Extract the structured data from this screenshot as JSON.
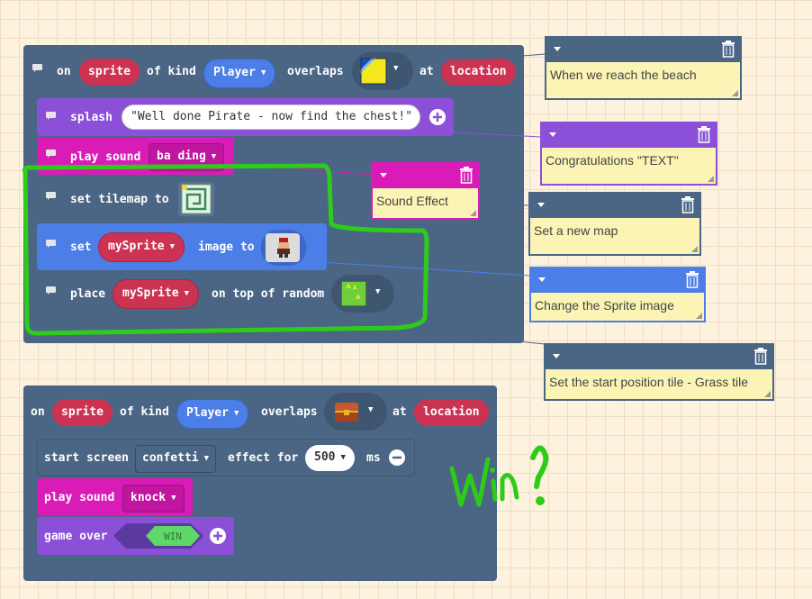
{
  "event1": {
    "on": "on",
    "sprite": "sprite",
    "of_kind": "of kind",
    "kind": "Player",
    "overlaps": "overlaps",
    "at": "at",
    "location": "location",
    "splash": "splash",
    "splash_text": "\"Well done Pirate - now find the chest!\"",
    "play_sound": "play sound",
    "sound": "ba ding",
    "set_tilemap": "set tilemap to",
    "set": "set",
    "my_sprite": "mySprite",
    "image_to": "image to",
    "place": "place",
    "on_top_of_random": "on top of random"
  },
  "event2": {
    "on": "on",
    "sprite": "sprite",
    "of_kind": "of kind",
    "kind": "Player",
    "overlaps": "overlaps",
    "at": "at",
    "location": "location",
    "start_screen": "start screen",
    "effect": "confetti",
    "effect_for": "effect for",
    "duration": "500",
    "ms": "ms",
    "play_sound": "play sound",
    "sound": "knock",
    "game_over": "game over",
    "win": "WIN"
  },
  "comments": [
    {
      "text": "When we reach the beach",
      "color": "#4b6584"
    },
    {
      "text": "Congratulations \"TEXT\"",
      "color": "#8b4fd8"
    },
    {
      "text": "Sound Effect",
      "color": "#d91cb7"
    },
    {
      "text": "Set a new map",
      "color": "#4b6584"
    },
    {
      "text": "Change the Sprite image",
      "color": "#4c7ee8"
    },
    {
      "text": "Set the start position tile - Grass tile",
      "color": "#4b6584"
    }
  ],
  "colors": {
    "event_block": "#4b6584",
    "looks_block": "#8b4fd8",
    "music_block": "#d91cb7",
    "sprite_block": "#4c7ee8",
    "red_pill": "#cc3352",
    "blue_pill": "#4c7ee8",
    "annotation_green": "#2ecc1a",
    "note_body": "#fcf4b4"
  },
  "annotation": {
    "handwriting": "Win !"
  }
}
